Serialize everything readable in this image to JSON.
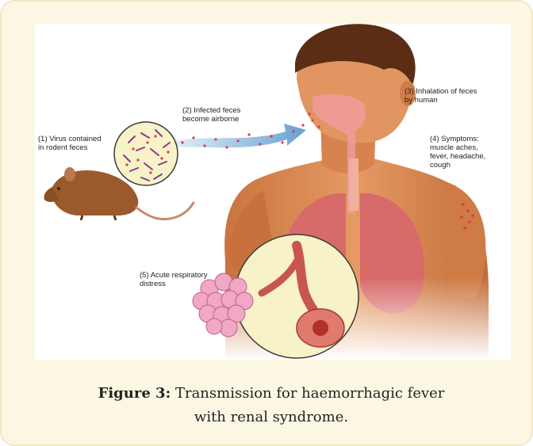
{
  "figure": {
    "labels": {
      "virus": [
        "(1) Virus contained",
        "in rodent feces"
      ],
      "airborne": [
        "(2) Infected feces",
        "become airborne"
      ],
      "inhalation": [
        "(3) Inhalation of feces",
        "by human"
      ],
      "symptoms_heading": "(4) Symptoms:",
      "symptoms": [
        "muscle aches,",
        "fever, headache,",
        "cough"
      ],
      "respiratory": [
        "(5) Acute respiratory",
        "distress"
      ]
    },
    "colors": {
      "skin": "#d98a55",
      "skin_shadow": "#b8683a",
      "hair": "#5a2d14",
      "lungs": "#d86a6a",
      "rodent": "#9a5a2c",
      "virus_dots": "#e23a3a",
      "air_arrow": "#6aa8d8",
      "zoom_circle": "#f7f2c8"
    }
  },
  "caption": {
    "label": "Figure 3:",
    "line1": "Transmission for haemorrhagic fever",
    "line2": "with renal syndrome."
  }
}
